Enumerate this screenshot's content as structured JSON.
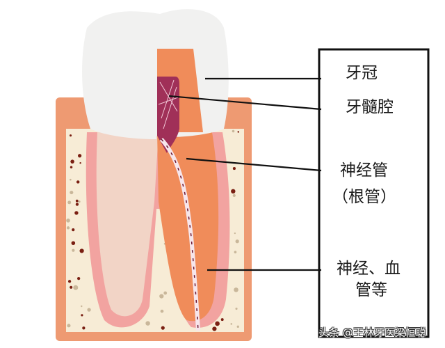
{
  "labels": {
    "crown": "牙冠",
    "pulp_chamber": "牙髓腔",
    "nerve_canal_line1": "神经管",
    "nerve_canal_line2": "（根管）",
    "nerves_vessels_line1": "神经、血",
    "nerves_vessels_line2": "管等"
  },
  "watermark": "头条 @王林牙医梁恒聪",
  "colors": {
    "bone_frame": "#ee9a72",
    "bone_fill": "#f7ecd6",
    "gum": "#f2a3a0",
    "crown": "#f1f1f0",
    "dentin": "#f08c5a",
    "pulp": "#a03058",
    "bone_dot": "#7a1f12",
    "leader_line": "#111111"
  }
}
